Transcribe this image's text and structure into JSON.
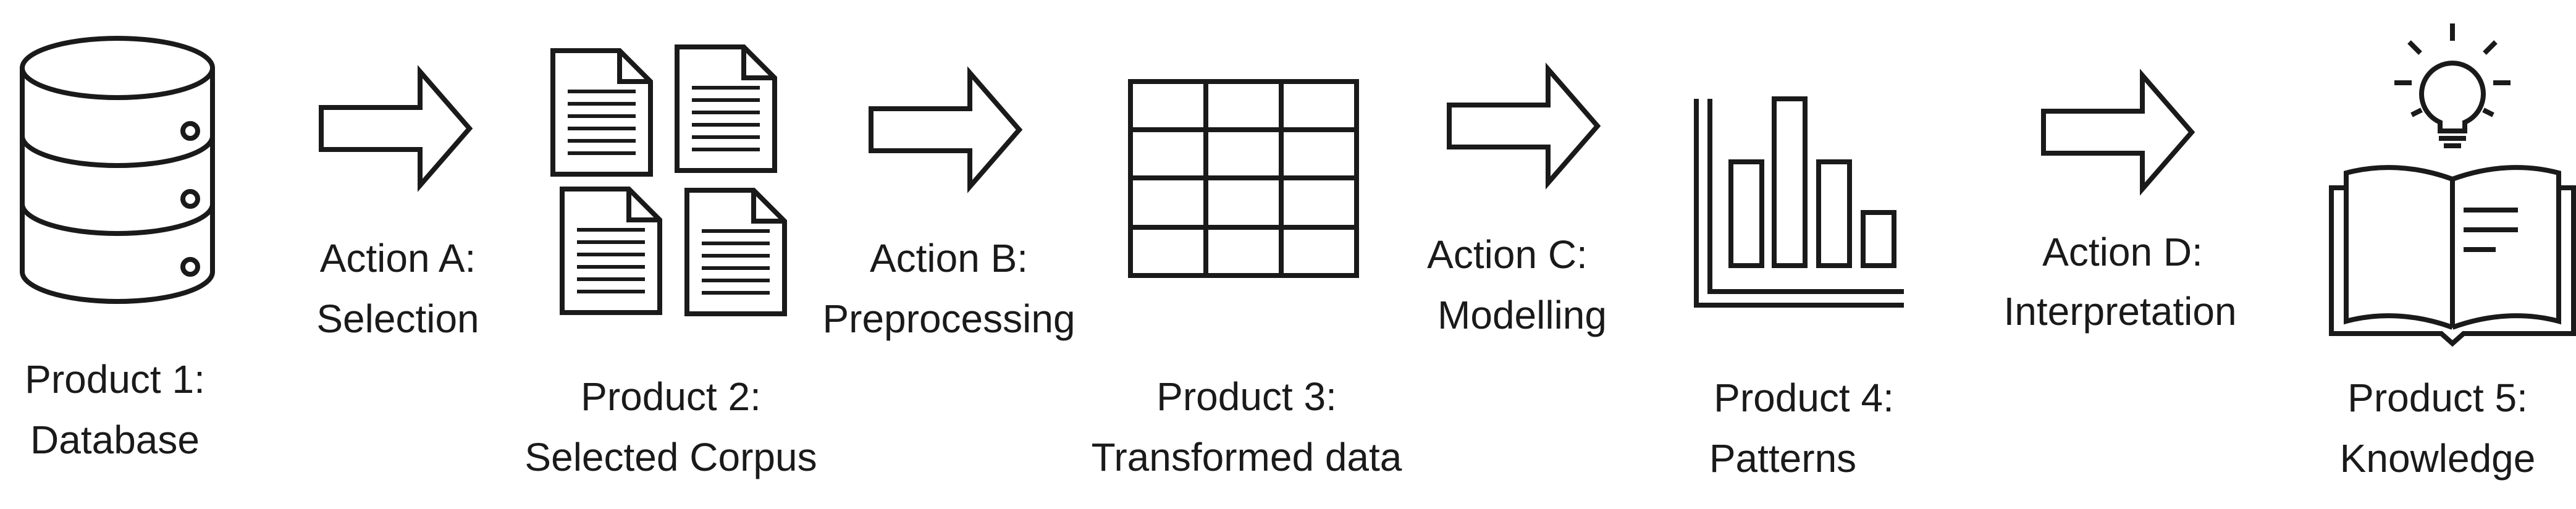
{
  "products": [
    {
      "id": 1,
      "line1": "Product 1:",
      "line2": "Database",
      "icon": "database-icon"
    },
    {
      "id": 2,
      "line1": "Product 2:",
      "line2": "Selected Corpus",
      "icon": "documents-icon"
    },
    {
      "id": 3,
      "line1": "Product 3:",
      "line2": "Transformed data",
      "icon": "table-grid-icon"
    },
    {
      "id": 4,
      "line1": "Product 4:",
      "line2": "Patterns",
      "icon": "bar-chart-icon"
    },
    {
      "id": 5,
      "line1": "Product 5:",
      "line2": "Knowledge",
      "icon": "book-lightbulb-icon"
    }
  ],
  "actions": [
    {
      "id": "A",
      "line1": "Action A:",
      "line2": "Selection",
      "icon": "arrow-right-icon"
    },
    {
      "id": "B",
      "line1": "Action B:",
      "line2": "Preprocessing",
      "icon": "arrow-right-icon"
    },
    {
      "id": "C",
      "line1": "Action C:",
      "line2": "Modelling",
      "icon": "arrow-right-icon"
    },
    {
      "id": "D",
      "line1": "Action D:",
      "line2": "Interpretation",
      "icon": "arrow-right-icon"
    }
  ],
  "colors": {
    "stroke": "#1a1a1a",
    "background": "#ffffff"
  }
}
